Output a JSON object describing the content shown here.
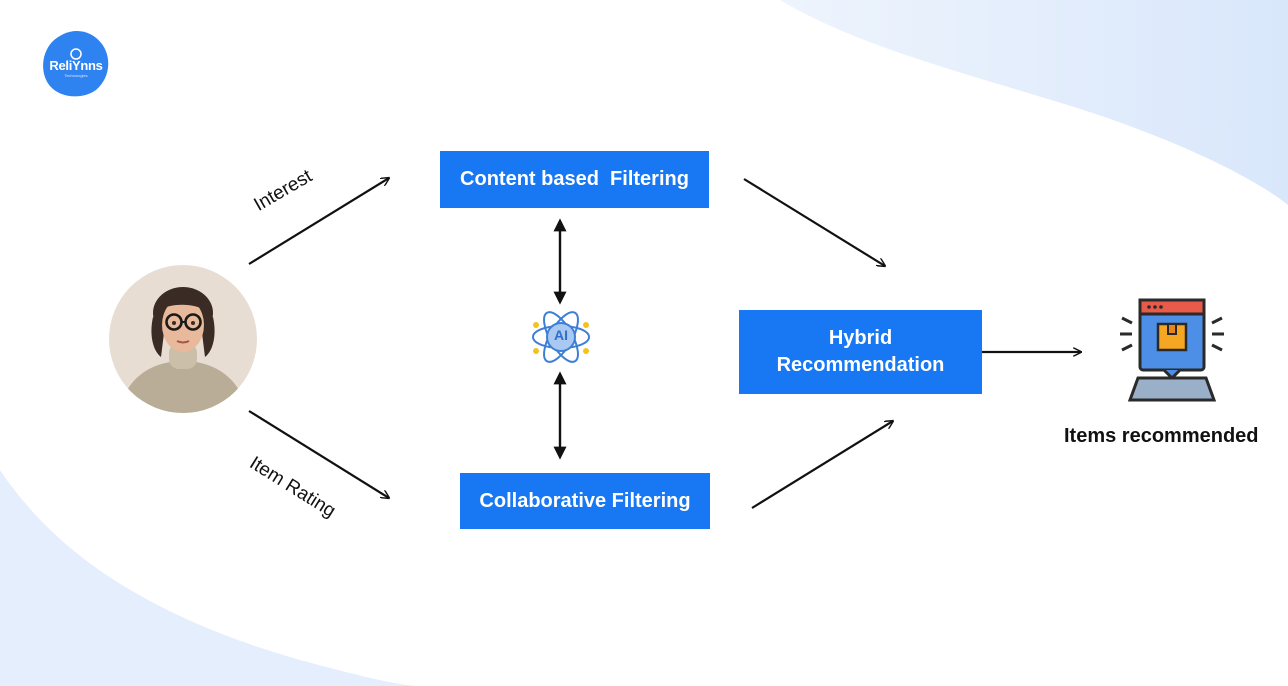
{
  "logo": {
    "name": "ReliYnns",
    "tagline": "Technologies"
  },
  "diagram": {
    "boxes": {
      "content_filtering": "Content based  Filtering",
      "collaborative_filtering": "Collaborative Filtering",
      "hybrid_line1": "Hybrid",
      "hybrid_line2": "Recommendation"
    },
    "edge_labels": {
      "interest": "Interest",
      "item_rating": "Item Rating"
    },
    "ai_badge": "AI",
    "output_label": "Items recommended"
  },
  "icons": {
    "user": "user-avatar",
    "ai": "ai-atom-icon",
    "output": "computer-package-icon"
  },
  "colors": {
    "box_blue": "#1877f2",
    "background_wave": "#dce9fc",
    "text": "#111111"
  }
}
